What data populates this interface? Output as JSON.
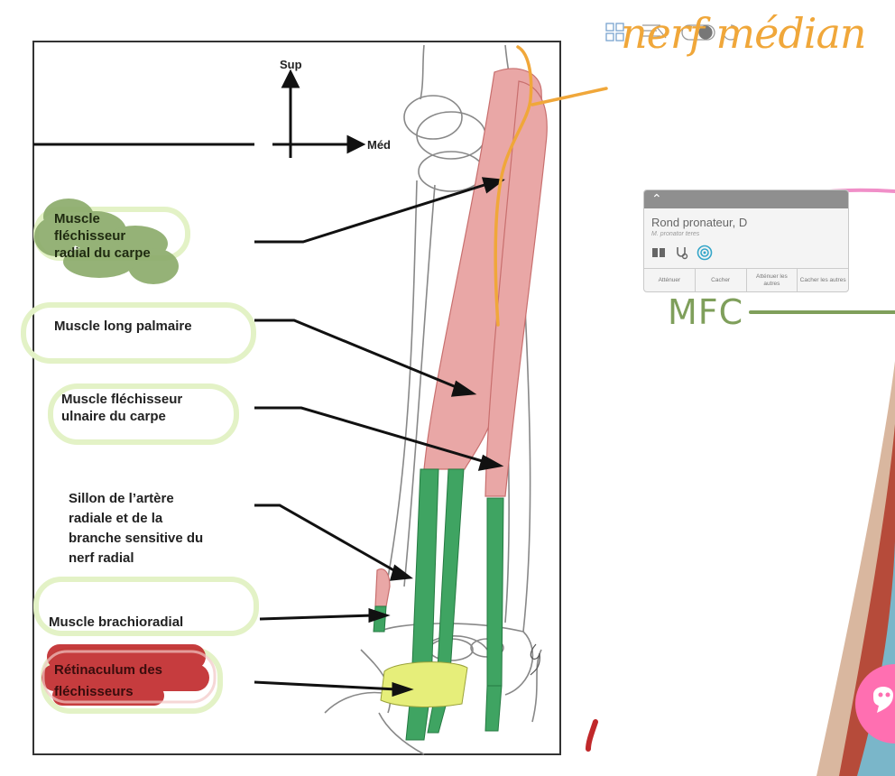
{
  "diagram": {
    "axis_up_label": "Sup",
    "axis_right_label": "Méd",
    "labels": {
      "flechisseur_radial": [
        "Muscle",
        "fléchisseur",
        "radial du carpe"
      ],
      "long_palmaire": "Muscle long palmaire",
      "flechisseur_ulnaire": [
        "Muscle fléchisseur",
        "ulnaire du carpe"
      ],
      "sillon": [
        "Sillon de l’artère",
        "radiale et de la",
        "branche sensitive du",
        "nerf radial"
      ],
      "brachioradial": "Muscle brachioradial",
      "retinaculum": [
        "Rétinaculum des",
        "fléchisseurs"
      ]
    }
  },
  "annotations": {
    "nerf_median": "nerf médian",
    "mfc": "MFC"
  },
  "panel": {
    "title": "Rond pronateur, D",
    "subtitle": "M. pronator teres",
    "buttons": [
      "Atténuer",
      "Cacher",
      "Atténuer les autres",
      "Cacher les autres"
    ]
  },
  "toolbar": {
    "icons": [
      "grid-icon",
      "layers-icon",
      "toggle-icon",
      "reset-icon"
    ]
  },
  "icons": {
    "panel": [
      "book-icon",
      "stethoscope-icon",
      "target-icon"
    ],
    "chat": "chat-bubble-icon"
  },
  "colors": {
    "muscle_red": "#e9a7a6",
    "tendon_green": "#3fa462",
    "retinaculum_yellow": "#e6ee7a",
    "ink_orange": "#f0a73a",
    "ink_green": "#7f9f5b",
    "ink_red": "#c0282a",
    "ink_pink": "#f08fc8",
    "highlight_green": "#e3f2c6"
  }
}
